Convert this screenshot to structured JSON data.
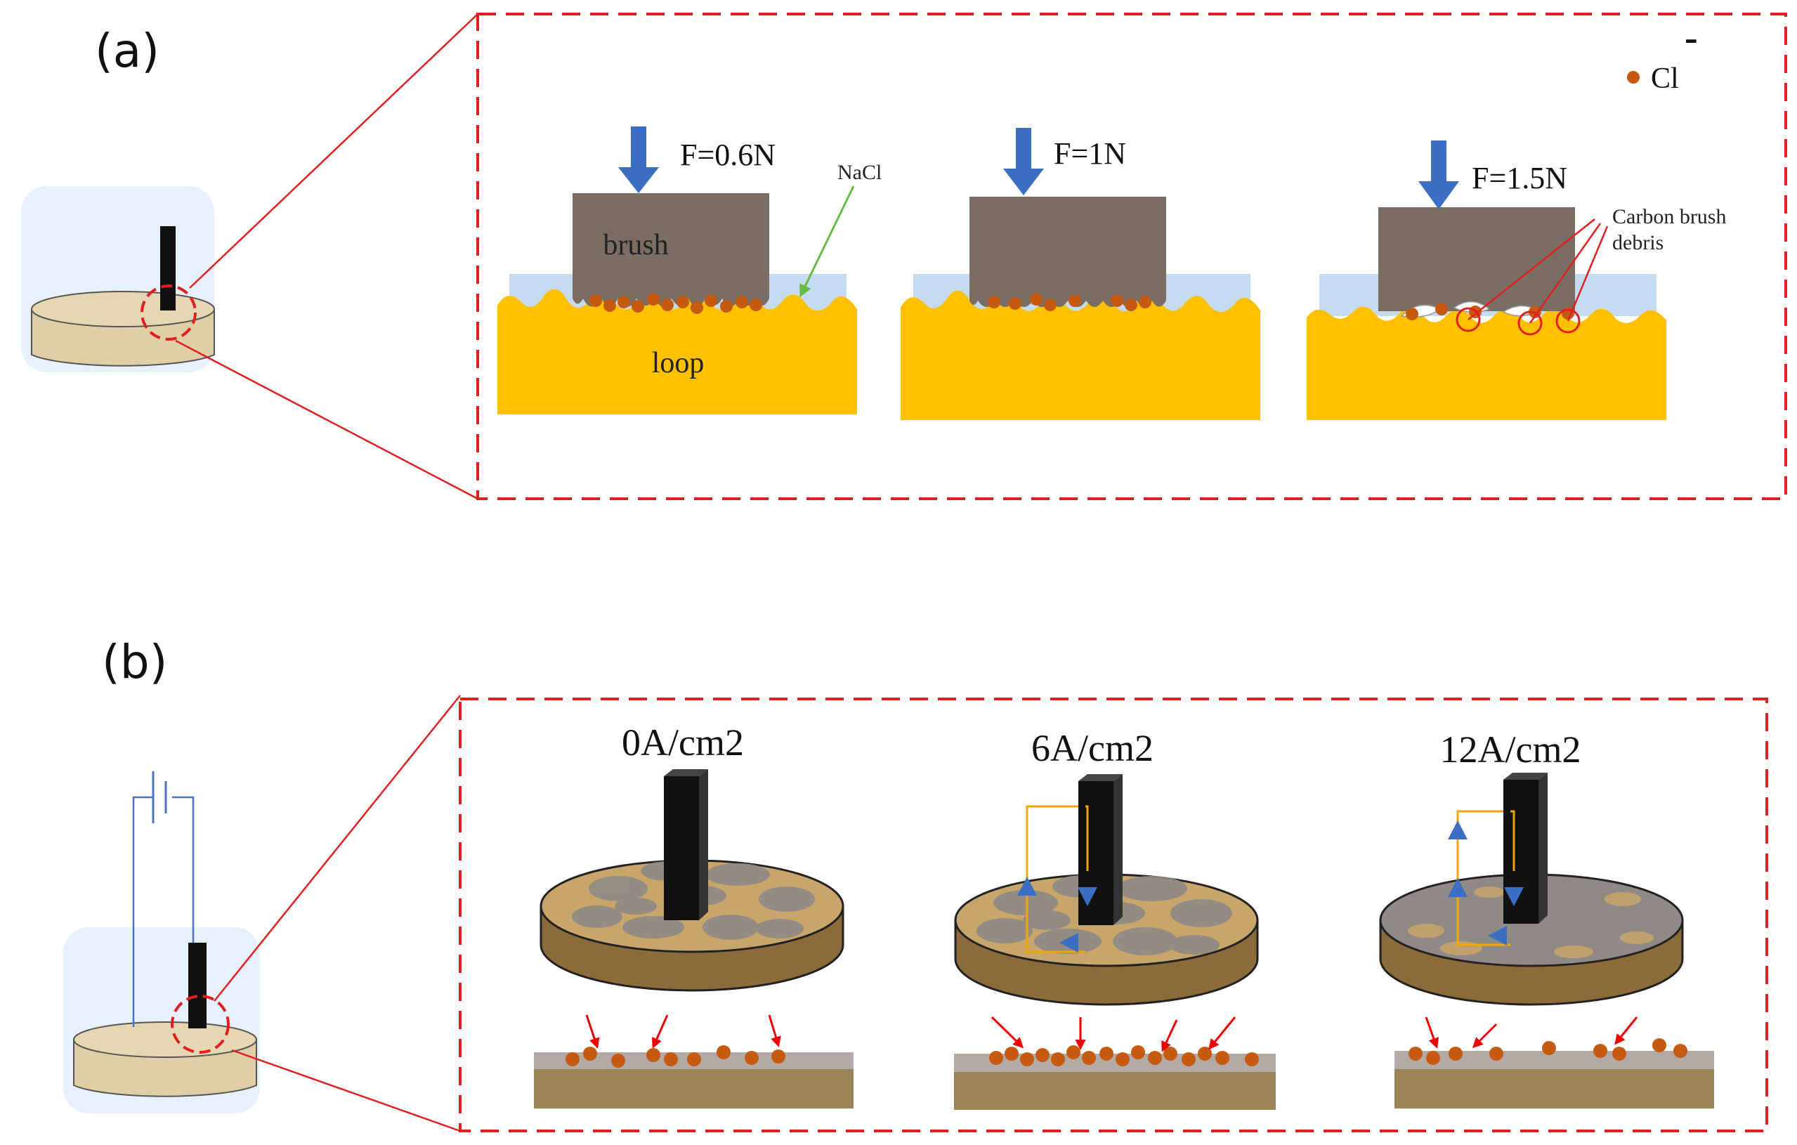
{
  "panel_a": {
    "label": "(a)",
    "legend_label": "Cl",
    "legend_superscript": "-",
    "cases": [
      {
        "force_label": "F=0.6N"
      },
      {
        "force_label": "F=1N"
      },
      {
        "force_label": "F=1.5N"
      }
    ],
    "brush_label": "brush",
    "loop_label": "loop",
    "nacl_label": "NaCl",
    "debris_label_line1": "Carbon brush",
    "debris_label_line2": "debris"
  },
  "panel_b": {
    "label": "(b)",
    "cases": [
      {
        "density_label": "0A/cm2"
      },
      {
        "density_label": "6A/cm2"
      },
      {
        "density_label": "12A/cm2"
      }
    ]
  },
  "colors": {
    "brush": "#7a6e64",
    "loop": "#ffc000",
    "nacl": "#c5dbf0",
    "chloride": "#c55a11",
    "frame": "#e02020",
    "force_arrow": "#3b6fc2",
    "disc_top": "#c8a56a",
    "disc_side": "#8c6a3a",
    "current_loop": "#f0a800",
    "current_arrow": "#3b6fc2",
    "indicator_arrow": "#ee0000",
    "cross_section": "#9b8455",
    "wire": "#4a72c4"
  }
}
